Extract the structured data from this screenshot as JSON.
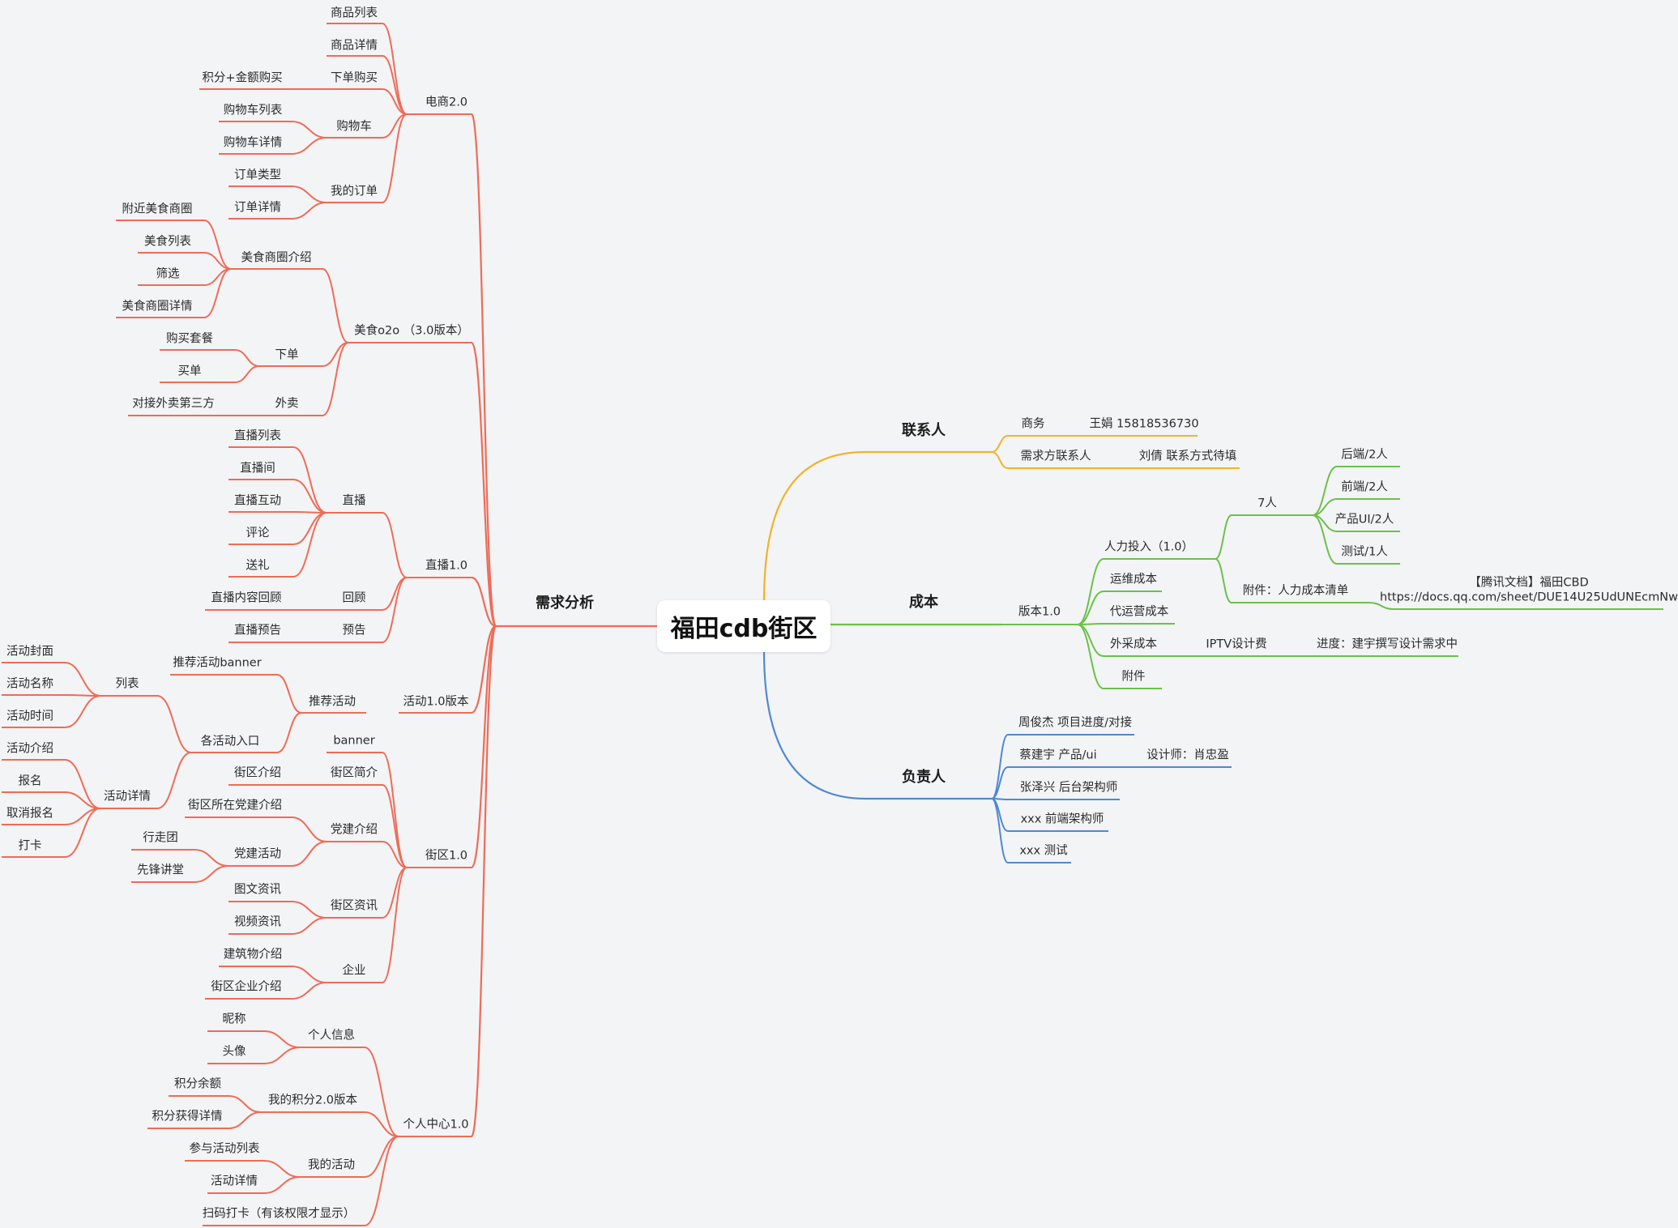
{
  "colors": {
    "requirements": "#ef6b57",
    "contacts": "#f2b328",
    "cost": "#6cc04a",
    "owners": "#4f88d4",
    "background": "#f3f4f6"
  },
  "root": {
    "label": "福田cdb街区"
  },
  "requirements": {
    "label": "需求分析",
    "ecommerce": {
      "label": "电商2.0",
      "product_list": "商品列表",
      "product_detail": "商品详情",
      "buy": "下单购买",
      "buy_points": "积分+金额购买",
      "cart": "购物车",
      "cart_list": "购物车列表",
      "cart_detail": "购物车详情",
      "orders": "我的订单",
      "order_type": "订单类型",
      "order_detail": "订单详情"
    },
    "food": {
      "label": "美食o2o （3.0版本）",
      "circle": "美食商圈介绍",
      "nearby": "附近美食商圈",
      "food_list": "美食列表",
      "filter": "筛选",
      "circle_detail": "美食商圈详情",
      "order": "下单",
      "buy_set": "购买套餐",
      "pay_bill": "买单",
      "takeout": "外卖",
      "third_party": "对接外卖第三方"
    },
    "live": {
      "label": "直播1.0",
      "live": "直播",
      "live_list": "直播列表",
      "live_room": "直播间",
      "interaction": "直播互动",
      "comment": "评论",
      "gift": "送礼",
      "replay": "回顾",
      "replay_content": "直播内容回顾",
      "preview": "预告",
      "preview_item": "直播预告"
    },
    "activity": {
      "label": "活动1.0版本",
      "recommend": "推荐活动",
      "banner": "推荐活动banner",
      "entry": "各活动入口",
      "list": "列表",
      "cover": "活动封面",
      "name": "活动名称",
      "time": "活动时间",
      "detail": "活动详情",
      "intro": "活动介绍",
      "signup": "报名",
      "cancel": "取消报名",
      "checkin": "打卡"
    },
    "street": {
      "label": "街区1.0",
      "banner": "banner",
      "intro": "街区简介",
      "intro_item": "街区介绍",
      "party": "党建介绍",
      "party_item": "街区所在党建介绍",
      "party_act": "党建活动",
      "walk": "行走团",
      "lecture": "先锋讲堂",
      "news": "街区资讯",
      "text_news": "图文资讯",
      "video_news": "视频资讯",
      "company": "企业",
      "building": "建筑物介绍",
      "company_intro": "街区企业介绍"
    },
    "profile": {
      "label": "个人中心1.0",
      "info": "个人信息",
      "nickname": "昵称",
      "avatar": "头像",
      "points": "我的积分2.0版本",
      "balance": "积分余额",
      "points_detail": "积分获得详情",
      "my_act": "我的活动",
      "joined": "参与活动列表",
      "act_detail": "活动详情",
      "scan": "扫码打卡（有该权限才显示）"
    }
  },
  "contacts": {
    "label": "联系人",
    "biz": "商务",
    "biz_value": "王娟  15818536730",
    "req": "需求方联系人",
    "req_value": "刘倩 联系方式待填"
  },
  "cost": {
    "label": "成本",
    "version": "版本1.0",
    "hr": "人力投入（1.0）",
    "people": "7人",
    "backend": "后端/2人",
    "frontend": "前端/2人",
    "ui": "产品UI/2人",
    "test": "测试/1人",
    "attachment_hr": "附件：人力成本清单",
    "doc_line1": "【腾讯文档】福田CBD",
    "doc_line2": "https://docs.qq.com/sheet/DUE14U25UdUNEcmNw",
    "ops": "运维成本",
    "agency": "代运营成本",
    "outsourcing": "外采成本",
    "iptv": "IPTV设计费",
    "progress": "进度：建宇撰写设计需求中",
    "attachment": "附件"
  },
  "owners": {
    "label": "负责人",
    "p1": "周俊杰 项目进度/对接",
    "p2": "蔡建宇  产品/ui",
    "p2_designer": "设计师：肖忠盈",
    "p3": "张泽兴 后台架构师",
    "p4": "xxx   前端架构师",
    "p5": "xxx  测试"
  }
}
